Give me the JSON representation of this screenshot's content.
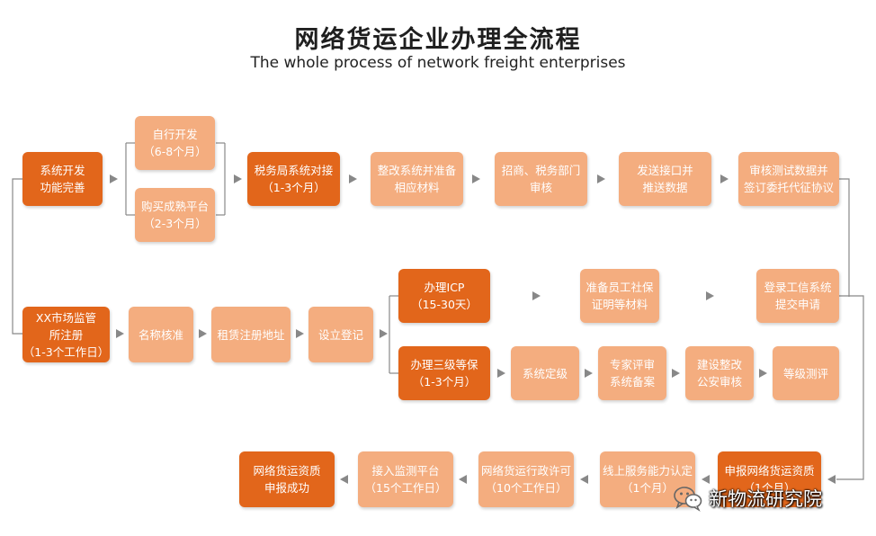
{
  "header": {
    "title": "网络货运企业办理全流程",
    "subtitle": "The whole process of network freight enterprises"
  },
  "colors": {
    "dark": "#e2661b",
    "light": "#f4ad7f",
    "connector": "#888888"
  },
  "nodes": {
    "system_dev": [
      "系统开发",
      "功能完善"
    ],
    "self_dev": [
      "自行开发",
      "（6-8个月）"
    ],
    "buy_platform": [
      "购买成熟平台",
      "（2-3个月）"
    ],
    "tax_dock": [
      "税务局系统对接",
      "（1-3个月）"
    ],
    "rectify_system": [
      "整改系统并准备",
      "相应材料"
    ],
    "merchant_review": [
      "招商、税务部门",
      "审核"
    ],
    "send_api": [
      "发送接口并",
      "推送数据"
    ],
    "review_test": [
      "审核测试数据并",
      "签订委托代征协议"
    ],
    "market_register": [
      "XX市场监管",
      "所注册",
      "（1-3个工作日）"
    ],
    "name_check": [
      "名称核准"
    ],
    "rent_address": [
      "租赁注册地址"
    ],
    "setup_register": [
      "设立登记"
    ],
    "icp": [
      "办理ICP",
      "（15-30天）"
    ],
    "social_security": [
      "准备员工社保",
      "证明等材料"
    ],
    "miit_login": [
      "登录工信系统",
      "提交申请"
    ],
    "level3_protect": [
      "办理三级等保",
      "（1-3个月）"
    ],
    "system_grading": [
      "系统定级"
    ],
    "expert_review": [
      "专家评审",
      "系统备案"
    ],
    "build_rectify": [
      "建设整改",
      "公安审核"
    ],
    "level_test": [
      "等级测评"
    ],
    "apply_qualification": [
      "申报网络货运资质",
      "（1个月）"
    ],
    "online_service": [
      "线上服务能力认定",
      "（1个月）"
    ],
    "admin_license": [
      "网络货运行政许可",
      "（10个工作日）"
    ],
    "monitor_platform": [
      "接入监测平台",
      "（15个工作日）"
    ],
    "success": [
      "网络货运资质",
      "申报成功"
    ]
  },
  "watermark": {
    "icon": "wechat-icon",
    "text": "新物流研究院"
  }
}
